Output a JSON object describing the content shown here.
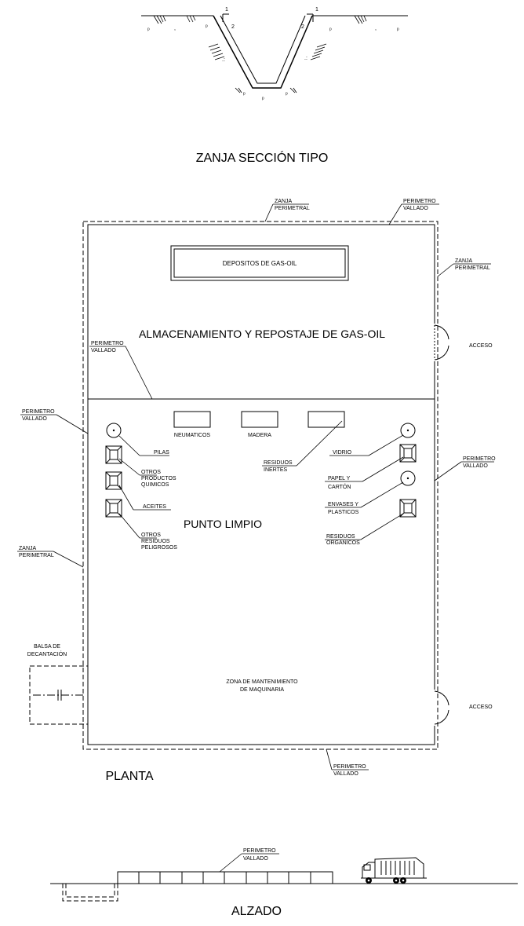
{
  "section": {
    "title": "ZANJA SECCIÓN TIPO",
    "slope_left_top": "1",
    "slope_left_side": "2",
    "slope_right_top": "1",
    "slope_right_side": "2"
  },
  "plan": {
    "title": "PLANTA",
    "labels": {
      "zanja_top": [
        "ZANJA",
        "PERIMETRAL"
      ],
      "perimetro_top": [
        "PERIMETRO",
        "VALLADO"
      ],
      "zanja_right": [
        "ZANJA",
        "PERIMETRAL"
      ],
      "perimetro_left_upper": [
        "PERIMETRO",
        "VALLADO"
      ],
      "perimetro_left_mid": [
        "PERIMETRO",
        "VALLADO"
      ],
      "perimetro_right": [
        "PERIMETRO",
        "VALLADO"
      ],
      "zanja_left": [
        "ZANJA",
        "PERIMETRAL"
      ],
      "perimetro_bottom": [
        "PERIMETRO",
        "VALLADO"
      ],
      "balsa": [
        "BALSA DE",
        "DECANTACIÓN"
      ]
    },
    "gasoil_area": {
      "depositos": "DEPOSITOS DE GAS-OIL",
      "title": "ALMACENAMIENTO Y REPOSTAJE DE GAS-OIL",
      "acceso": "ACCESO"
    },
    "punto_limpio": {
      "title": "PUNTO LIMPIO",
      "neumaticos": "NEUMATICOS",
      "madera": "MADERA",
      "residuos_inertes": [
        "RESIDUOS",
        "INERTES"
      ],
      "pilas": "PILAS",
      "otros_quimicos": [
        "OTROS",
        "PRODUCTOS",
        "QUIMICOS"
      ],
      "aceites": "ACEITES",
      "otros_peligrosos": [
        "OTROS",
        "RESIDUOS",
        "PELIGROSOS"
      ],
      "vidrio": "VIDRIO",
      "papel": [
        "PAPEL Y",
        "CARTÓN"
      ],
      "envases": [
        "ENVASES Y",
        "PLASTICOS"
      ],
      "organicos": [
        "RESIDUOS",
        "ORGANICOS"
      ]
    },
    "zona_mantenimiento": [
      "ZONA DE MANTENIMIENTO",
      "DE MAQUINARIA"
    ],
    "acceso_bottom": "ACCESO"
  },
  "elevation": {
    "title": "ALZADO",
    "perimetro": [
      "PERIMETRO",
      "VALLADO"
    ]
  }
}
